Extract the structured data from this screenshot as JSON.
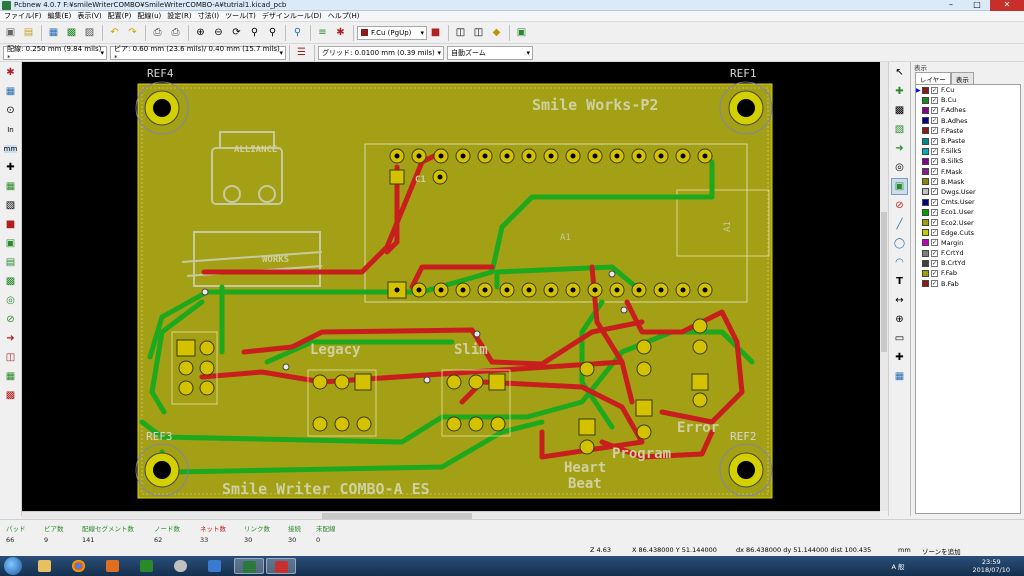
{
  "window": {
    "title": "Pcbnew 4.0.7 F:¥smileWriterCOMBO¥SmileWriterCOMBO-A¥tutrial1.kicad_pcb"
  },
  "menu": [
    "ファイル(F)",
    "編集(E)",
    "表示(V)",
    "配置(P)",
    "配線(u)",
    "設定(R)",
    "寸法(I)",
    "ツール(T)",
    "デザインルール(D)",
    "ヘルプ(H)"
  ],
  "toolbar": {
    "layer_select": "F.Cu (PgUp)",
    "track_width": "配線: 0.250 mm (9.84 mils) *",
    "via_size": "ビア: 0.60 mm (23.6 mils)/ 0.40 mm (15.7 mils) *",
    "grid": "グリッド: 0.0100 mm (0.39 mils)",
    "zoom": "自動ズーム"
  },
  "board": {
    "silk_texts": {
      "title_top": "Smile Works-P2",
      "title_bottom": "Smile Writer COMBO-A ES",
      "legacy": "Legacy",
      "slim": "Slim",
      "program": "Program",
      "error": "Error",
      "heart": "Heart",
      "beat": "Beat",
      "c1": "C1",
      "a1": "A1",
      "a1b": "A1",
      "alliance": "ALLIANCE",
      "works": "WORKS"
    },
    "refs": {
      "ref1": "REF1",
      "ref2": "REF2",
      "ref3": "REF3",
      "ref4": "REF4"
    }
  },
  "layer_panel": {
    "title": "表示",
    "tabs": [
      "レイヤー",
      "表示"
    ],
    "layers": [
      {
        "name": "F.Cu",
        "color": "#8b1a1a",
        "checked": true,
        "active": true
      },
      {
        "name": "B.Cu",
        "color": "#1a8b1a",
        "checked": true
      },
      {
        "name": "F.Adhes",
        "color": "#8b008b",
        "checked": true
      },
      {
        "name": "B.Adhes",
        "color": "#00008b",
        "checked": true
      },
      {
        "name": "F.Paste",
        "color": "#8b1a1a",
        "checked": true
      },
      {
        "name": "B.Paste",
        "color": "#008b8b",
        "checked": true
      },
      {
        "name": "F.SilkS",
        "color": "#00b0b0",
        "checked": true
      },
      {
        "name": "B.SilkS",
        "color": "#8b008b",
        "checked": true
      },
      {
        "name": "F.Mask",
        "color": "#8b1a8b",
        "checked": true
      },
      {
        "name": "B.Mask",
        "color": "#8b8b00",
        "checked": true
      },
      {
        "name": "Dwgs.User",
        "color": "#c0c0c0",
        "checked": true
      },
      {
        "name": "Cmts.User",
        "color": "#00008b",
        "checked": true
      },
      {
        "name": "Eco1.User",
        "color": "#00a000",
        "checked": true
      },
      {
        "name": "Eco2.User",
        "color": "#a0a000",
        "checked": true
      },
      {
        "name": "Edge.Cuts",
        "color": "#c8c800",
        "checked": true
      },
      {
        "name": "Margin",
        "color": "#c000c0",
        "checked": true
      },
      {
        "name": "F.CrtYd",
        "color": "#808080",
        "checked": true
      },
      {
        "name": "B.CrtYd",
        "color": "#404040",
        "checked": true
      },
      {
        "name": "F.Fab",
        "color": "#a0a000",
        "checked": true
      },
      {
        "name": "B.Fab",
        "color": "#8b1a1a",
        "checked": true
      }
    ]
  },
  "stats": [
    {
      "label": "パッド",
      "value": "66",
      "red": false
    },
    {
      "label": "ビア数",
      "value": "9",
      "red": false
    },
    {
      "label": "配線セグメント数",
      "value": "141",
      "red": false
    },
    {
      "label": "ノード数",
      "value": "62",
      "red": false
    },
    {
      "label": "ネット数",
      "value": "33",
      "red": true
    },
    {
      "label": "リンク数",
      "value": "30",
      "red": false
    },
    {
      "label": "接続",
      "value": "30",
      "red": false
    },
    {
      "label": "未配線",
      "value": "0",
      "red": false
    }
  ],
  "coords": {
    "zoom": "Z 4.63",
    "xy": "X 86.438000  Y 51.144000",
    "dxy": "dx 86.438000  dy 51.144000  dist 100.435",
    "units": "mm",
    "mode": "ゾーンを追加"
  },
  "clock": {
    "time": "23:59",
    "date": "2018/07/10"
  },
  "tray": {
    "ime": "A 般"
  }
}
